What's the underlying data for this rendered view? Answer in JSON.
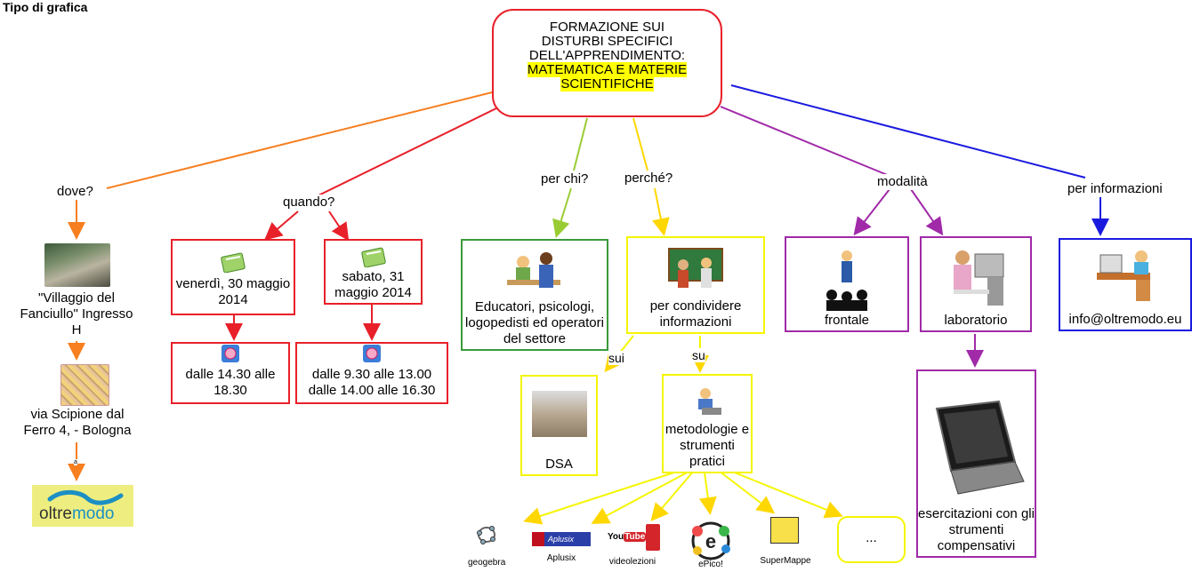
{
  "header": {
    "title": "Tipo di grafica"
  },
  "root": {
    "lines": [
      "FORMAZIONE  SUI",
      "DISTURBI  SPECIFICI",
      "DELL'APPRENDIMENTO:"
    ],
    "highlight_lines": [
      "MATEMATICA E MATERIE",
      "SCIENTIFICHE"
    ]
  },
  "links": {
    "dove": "dove?",
    "quando": "quando?",
    "per_chi": "per chi?",
    "perche": "perché?",
    "modalita": "modalità",
    "per_informazioni": "per informazioni",
    "sui": "sui",
    "su": "su",
    "a": "a"
  },
  "dove": {
    "place": "\"Villaggio del Fanciullo\" Ingresso H",
    "address": "via Scipione dal Ferro 4,   - Bologna",
    "logo_text_a": "oltre",
    "logo_text_b": "modo"
  },
  "quando": {
    "day1": "venerdì, 30 maggio 2014",
    "day2": "sabato, 31 maggio 2014",
    "time1": "dalle 14.30 alle 18.30",
    "time2_a": "dalle 9.30 alle 13.00",
    "time2_b": "dalle 14.00 alle 16.30"
  },
  "per_chi": {
    "text": "Educatori, psicologi, logopedisti ed operatori del settore"
  },
  "perche": {
    "text": "per condividere informazioni",
    "dsa": "DSA",
    "metodologie": "metodologie e strumenti pratici",
    "tools": [
      "geogebra",
      "Aplusix",
      "videolezioni",
      "ePico!",
      "SuperMappe"
    ],
    "more": "..."
  },
  "modalita": {
    "frontale": "frontale",
    "laboratorio": "laboratorio",
    "esercitazioni": "esercitazioni con gli strumenti compensativi"
  },
  "info": {
    "email": "info@oltremodo.eu"
  },
  "colors": {
    "root": "#e8202a",
    "dove": "#f77f1f",
    "quando": "#e8202a",
    "per_chi": "#99cc33",
    "perche": "#ffd700",
    "perche_nodes": "#f5f500",
    "modalita": "#a02aa8",
    "info": "#1a1adf"
  }
}
